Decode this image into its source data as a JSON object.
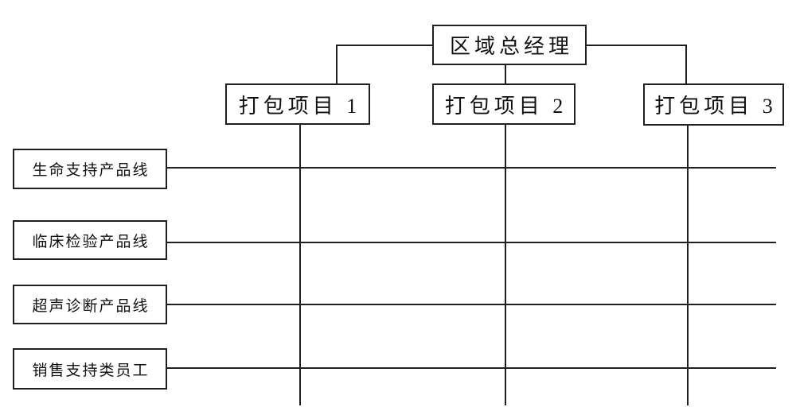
{
  "diagram": {
    "root": {
      "label": "区域总经理"
    },
    "projects": [
      {
        "label": "打包项目 1"
      },
      {
        "label": "打包项目 2"
      },
      {
        "label": "打包项目 3"
      }
    ],
    "rows": [
      {
        "label": "生命支持产品线"
      },
      {
        "label": "临床检验产品线"
      },
      {
        "label": "超声诊断产品线"
      },
      {
        "label": "销售支持类员工"
      }
    ],
    "colors": {
      "line": "#1f1f1f",
      "background": "#ffffff",
      "text": "#111111"
    }
  }
}
